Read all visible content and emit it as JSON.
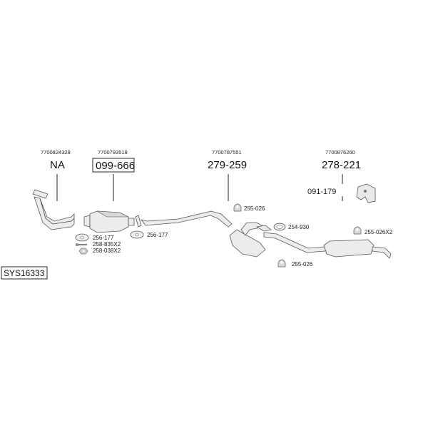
{
  "system": {
    "code": "SYS16333"
  },
  "components": [
    {
      "oem": "7700824328",
      "ref": "NA",
      "boxed": false
    },
    {
      "oem": "7700793518",
      "ref": "099-666",
      "boxed": true
    },
    {
      "oem": "7700787551",
      "ref": "279-259",
      "boxed": false
    },
    {
      "oem": "7700876260",
      "ref": "278-221",
      "boxed": false
    }
  ],
  "mount_ref": "091-179",
  "accessories": {
    "gasket_front": "256-177",
    "bolt": "258-835X2",
    "nut": "258-038X2",
    "gasket_mid": "256-177",
    "hanger_top": "255-026",
    "clamp": "254-930",
    "hanger_rear": "255-026X2",
    "hanger_bottom": "255-026"
  }
}
